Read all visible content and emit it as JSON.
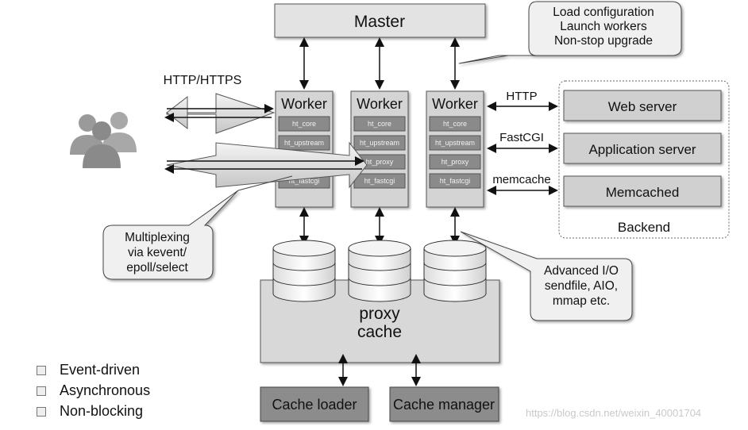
{
  "master": "Master",
  "master_note": [
    "Load configuration",
    "Launch workers",
    "Non-stop upgrade"
  ],
  "protocol_label": "HTTP/HTTPS",
  "worker_title": "Worker",
  "modules": [
    "ht_core",
    "ht_upstream",
    "ht_proxy",
    "ht_fastcgi"
  ],
  "backend_links": [
    "HTTP",
    "FastCGI",
    "memcache"
  ],
  "backend_items": [
    "Web server",
    "Application server",
    "Memcached"
  ],
  "backend_label": "Backend",
  "multiplex_note": [
    "Multiplexing",
    "via kevent/",
    "epoll/select"
  ],
  "io_note": [
    "Advanced I/O",
    "sendfile, AIO,",
    "mmap etc."
  ],
  "proxy_cache": [
    "proxy",
    "cache"
  ],
  "cache_loader": "Cache loader",
  "cache_manager": "Cache manager",
  "features": [
    "Event-driven",
    "Asynchronous",
    "Non-blocking"
  ],
  "watermark": "https://blog.csdn.net/weixin_40001704"
}
